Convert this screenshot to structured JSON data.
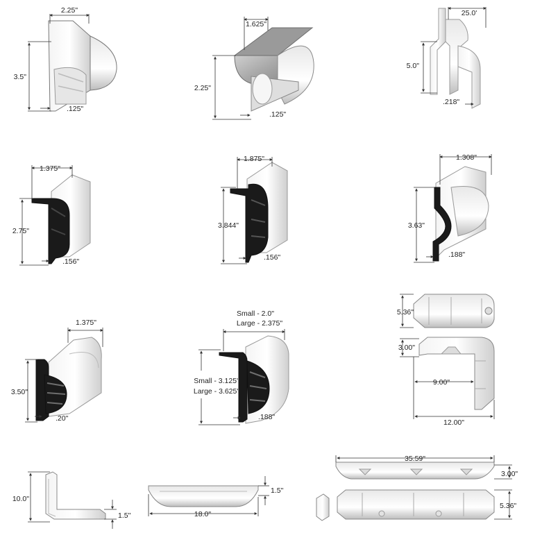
{
  "profiles": [
    {
      "id": "p1",
      "dims": {
        "width": "2.25\"",
        "height": "3.5\"",
        "thickness": ".125\""
      }
    },
    {
      "id": "p2",
      "dims": {
        "width": "1.625\"",
        "height": "2.25\"",
        "thickness": ".125\""
      }
    },
    {
      "id": "p3",
      "dims": {
        "length": "25.0'",
        "height": "5.0\"",
        "thickness": ".218\""
      }
    },
    {
      "id": "p4",
      "dims": {
        "width": "1.375\"",
        "height": "2.75\"",
        "thickness": ".156\""
      }
    },
    {
      "id": "p5",
      "dims": {
        "width": "1.875\"",
        "height": "3.844\"",
        "thickness": ".156\""
      }
    },
    {
      "id": "p6",
      "dims": {
        "width": "1.308\"",
        "height": "3.63\"",
        "thickness": ".188\""
      }
    },
    {
      "id": "p7",
      "dims": {
        "width": "1.375\"",
        "height": "3.50\"",
        "thickness": ".20\""
      }
    },
    {
      "id": "p8",
      "dims": {
        "width_small": "Small - 2.0\"",
        "width_large": "Large - 2.375\"",
        "height_small": "Small - 3.125\"",
        "height_large": "Large - 3.625\"",
        "thickness": ".188\""
      }
    },
    {
      "id": "p9",
      "dims": {
        "top_height": "5.36\"",
        "height": "3.00\"",
        "depth": "9.00\"",
        "length": "12.00\""
      }
    },
    {
      "id": "p10",
      "dims": {
        "height": "10.0\"",
        "thickness": "1.5\""
      }
    },
    {
      "id": "p11",
      "dims": {
        "thickness": "1.5\"",
        "length": "18.0\""
      }
    },
    {
      "id": "p12",
      "dims": {
        "length": "35.59\"",
        "height": "3.00\"",
        "width": "5.36\""
      }
    }
  ]
}
